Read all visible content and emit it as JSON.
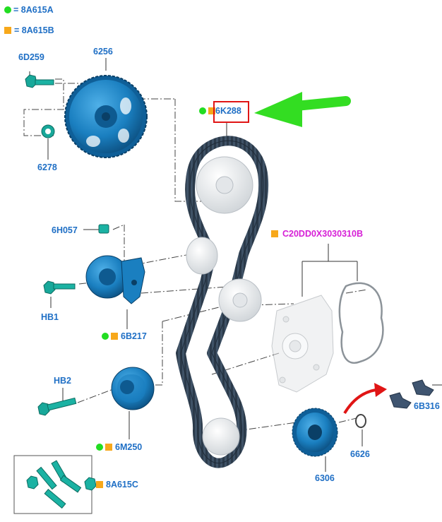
{
  "legend": [
    {
      "marker": "green-dot",
      "text": "= 8A615A"
    },
    {
      "marker": "orange-square",
      "text": "= 8A615B"
    }
  ],
  "parts": {
    "bolt_camshaft": "6D259",
    "camshaft_sprocket": "6256",
    "washer": "6278",
    "timing_belt": "6K288",
    "tensioner_bolt_small": "6H057",
    "tensioner_bolt": "HB1",
    "tensioner": "6B217",
    "water_pump_kit": "C20DD0X3030310B",
    "idler_bolt": "HB2",
    "idler_pulley": "6M250",
    "crank_sprocket": "6306",
    "crank_ring": "6626",
    "locking_tools": "6B316",
    "bolt_kit": "8A615C"
  },
  "colors": {
    "part_blue": "#1a7fc0",
    "label_blue": "#1f6fc5",
    "magenta": "#d61fd6",
    "green": "#22dd22",
    "orange": "#f7a81b",
    "red": "#e01515",
    "belt": "#2b3a4a"
  }
}
